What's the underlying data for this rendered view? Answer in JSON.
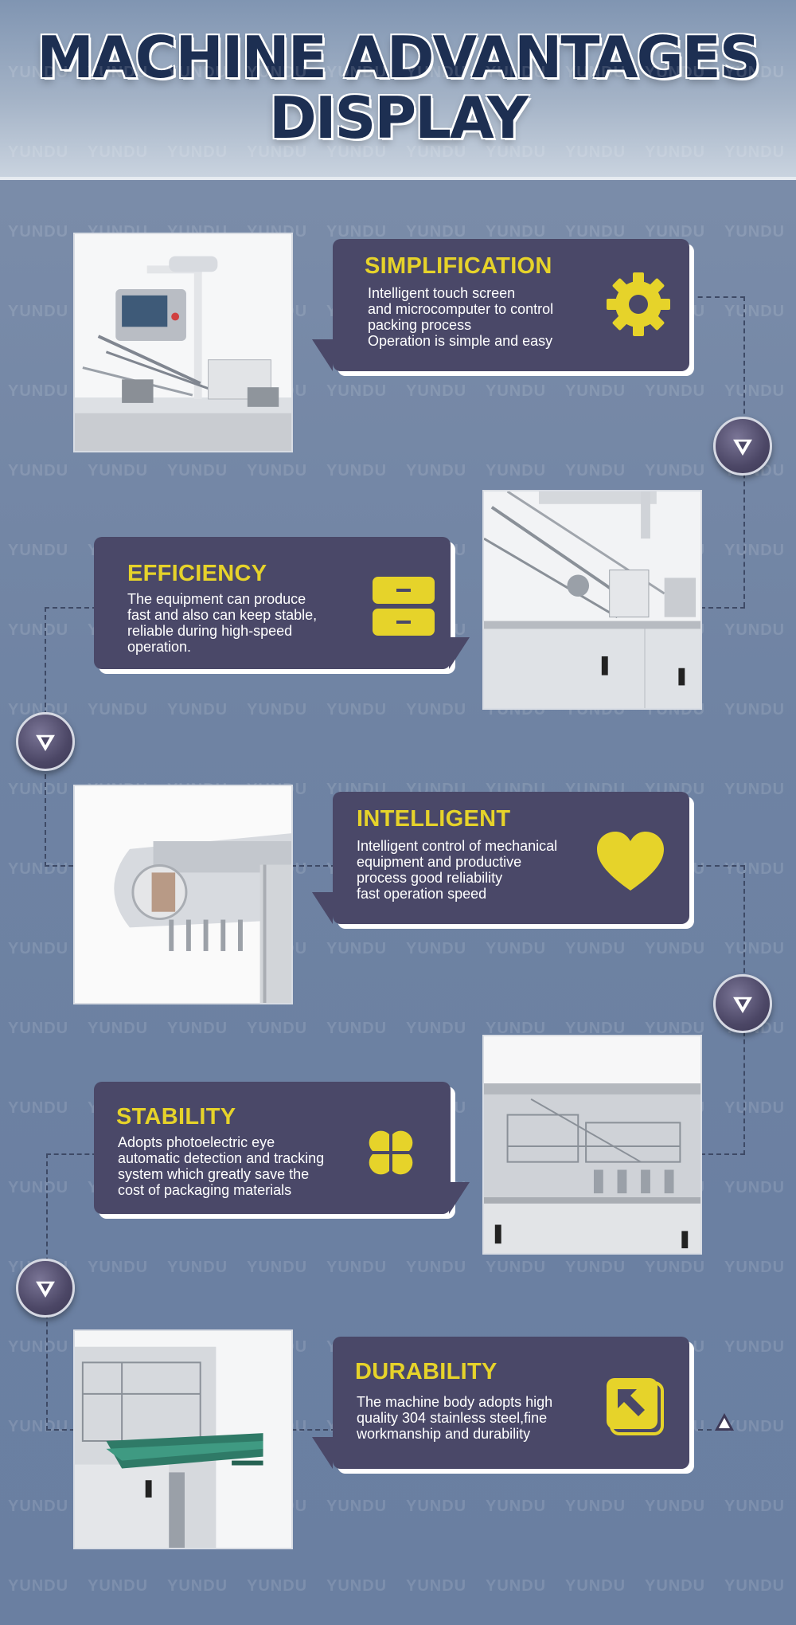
{
  "header": {
    "title_line1": "MACHINE ADVANTAGES",
    "title_line2": "DISPLAY"
  },
  "watermark_text": "YUNDU",
  "colors": {
    "card_bg": "#4a4868",
    "accent_yellow": "#e6d32a",
    "title_navy": "#1d2f52",
    "background": "#6f83a3"
  },
  "features": [
    {
      "title": "SIMPLIFICATION",
      "text": "Intelligent touch screen\nand microcomputer to control\npacking process\nOperation is simple and easy",
      "icon": "gear-icon"
    },
    {
      "title": "EFFICIENCY",
      "text": "The equipment can produce\nfast and also can keep stable,\nreliable during high-speed\noperation.",
      "icon": "drawers-icon"
    },
    {
      "title": "INTELLIGENT",
      "text": "Intelligent control of mechanical\nequipment and productive\nprocess good reliability\nfast operation speed",
      "icon": "heart-icon"
    },
    {
      "title": "STABILITY",
      "text": "Adopts photoelectric eye\nautomatic detection and tracking\nsystem which greatly save the\ncost of packaging materials",
      "icon": "four-leaf-icon"
    },
    {
      "title": "DURABILITY",
      "text": "The machine body adopts high\nquality 304 stainless steel,fine\nworkmanship and durability",
      "icon": "expand-arrow-icon"
    }
  ]
}
